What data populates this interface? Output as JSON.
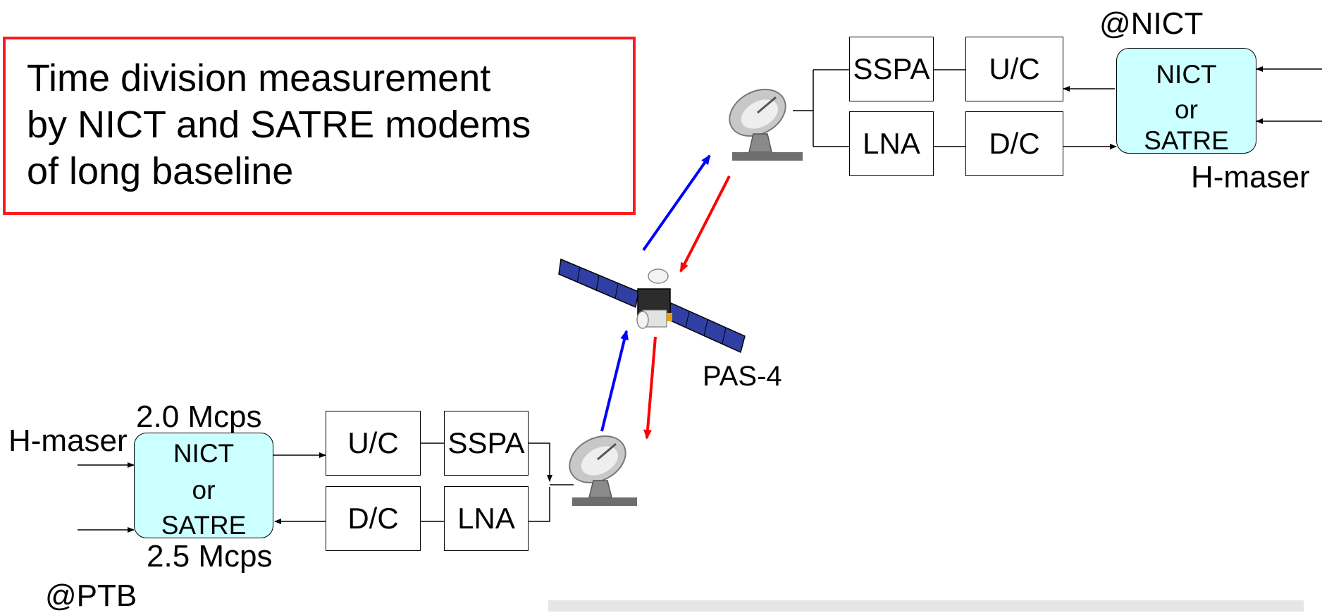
{
  "title": {
    "lines": [
      "Time division measurement",
      "by NICT and SATRE modems",
      "of long baseline"
    ]
  },
  "satellite": {
    "label": "PAS-4"
  },
  "nict_station": {
    "site": "@NICT",
    "clock": "H-maser",
    "chain": {
      "amp_tx": "SSPA",
      "up_converter": "U/C",
      "amp_rx": "LNA",
      "down_converter": "D/C"
    },
    "modem": {
      "line1": "NICT",
      "line2": "or",
      "line3": "SATRE"
    }
  },
  "ptb_station": {
    "site": "@PTB",
    "clock": "H-maser",
    "rate_tx": "2.0 Mcps",
    "rate_rx": "2.5 Mcps",
    "chain": {
      "up_converter": "U/C",
      "amp_tx": "SSPA",
      "down_converter": "D/C",
      "amp_rx": "LNA"
    },
    "modem": {
      "line1": "NICT",
      "line2": "or",
      "line3": "SATRE"
    }
  },
  "colors": {
    "uplink": "#0000ff",
    "downlink": "#ff0000",
    "modem_fill": "#ccffff",
    "title_border": "#ff1a1a",
    "footer": "#e6e6e6"
  },
  "icons": {
    "dish": "satellite-dish-icon",
    "satellite": "satellite-icon"
  }
}
